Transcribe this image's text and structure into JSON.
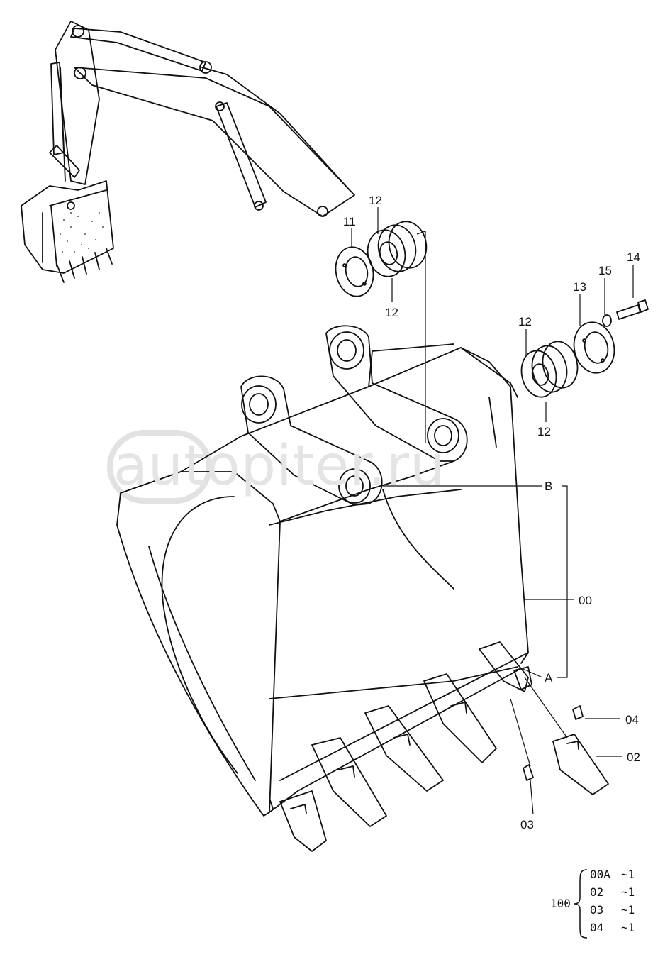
{
  "watermark": {
    "text": "autopiter.ru"
  },
  "callouts": {
    "c11": "11",
    "c12a": "12",
    "c12b": "12",
    "c12c": "12",
    "c12d": "12",
    "c13": "13",
    "c14": "14",
    "c15": "15",
    "cB": "B",
    "c00": "00",
    "cA": "A",
    "c04": "04",
    "c02": "02",
    "c03": "03"
  },
  "bom": {
    "assembly": "100",
    "rows": [
      {
        "part": "00A",
        "qty": "~1"
      },
      {
        "part": "02",
        "qty": "~1"
      },
      {
        "part": "03",
        "qty": "~1"
      },
      {
        "part": "04",
        "qty": "~1"
      }
    ]
  }
}
